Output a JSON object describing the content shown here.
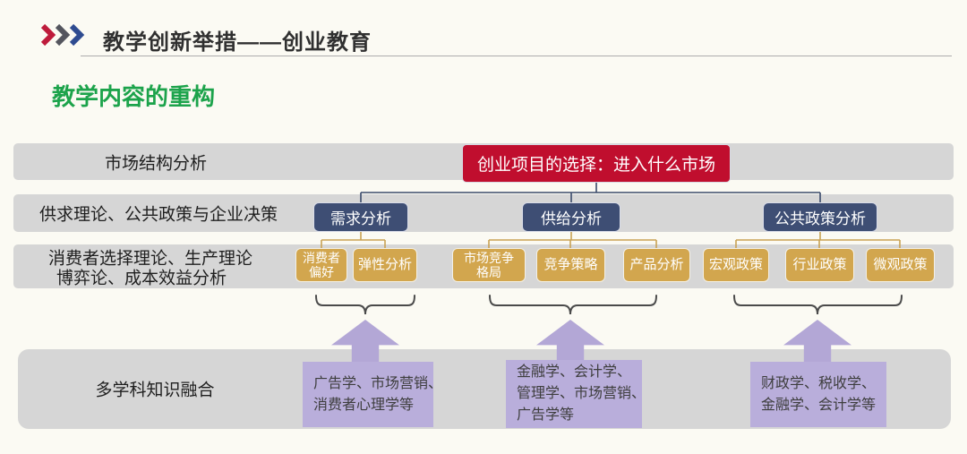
{
  "header": {
    "title": "教学创新举措——创业教育",
    "chevron_colors": [
      "#BE1B3B",
      "#54555E",
      "#2E4B90"
    ]
  },
  "subtitle": {
    "text": "教学内容的重构",
    "color": "#1CA34B"
  },
  "colors": {
    "root_red": "#C00E2E",
    "level2_navy": "#3E4E74",
    "level3_gold": "#D2A64E",
    "knowledge_purple": "#B9AEDB",
    "arrow_purple": "#B3A7D6",
    "band_gray": "#D6D6D6",
    "background": "#FBFAF3"
  },
  "bands": [
    {
      "label": "市场结构分析"
    },
    {
      "label": "供求理论、公共政策与企业决策"
    },
    {
      "lines": [
        "消费者选择理论、生产理论",
        "博弈论、成本效益分析"
      ]
    },
    {
      "label": "多学科知识融合"
    }
  ],
  "root": {
    "label": "创业项目的选择：进入什么市场"
  },
  "level2": [
    "需求分析",
    "供给分析",
    "公共政策分析"
  ],
  "groups": [
    {
      "boxes": [
        {
          "lines": [
            "消费者",
            "偏好"
          ]
        },
        {
          "lines": [
            "弹性分析"
          ]
        }
      ]
    },
    {
      "boxes": [
        {
          "lines": [
            "市场竞争",
            "格局"
          ]
        },
        {
          "lines": [
            "竞争策略"
          ]
        },
        {
          "lines": [
            "产品分析"
          ]
        }
      ]
    },
    {
      "boxes": [
        {
          "lines": [
            "宏观政策"
          ]
        },
        {
          "lines": [
            "行业政策"
          ]
        },
        {
          "lines": [
            "微观政策"
          ]
        }
      ]
    }
  ],
  "knowledge": [
    {
      "lines": [
        "广告学、市场营销、",
        "消费者心理学等"
      ]
    },
    {
      "lines": [
        "金融学、会计学、",
        "管理学、市场营销、",
        "广告学等"
      ]
    },
    {
      "lines": [
        "财政学、税收学、",
        "金融学、会计学等"
      ]
    }
  ]
}
